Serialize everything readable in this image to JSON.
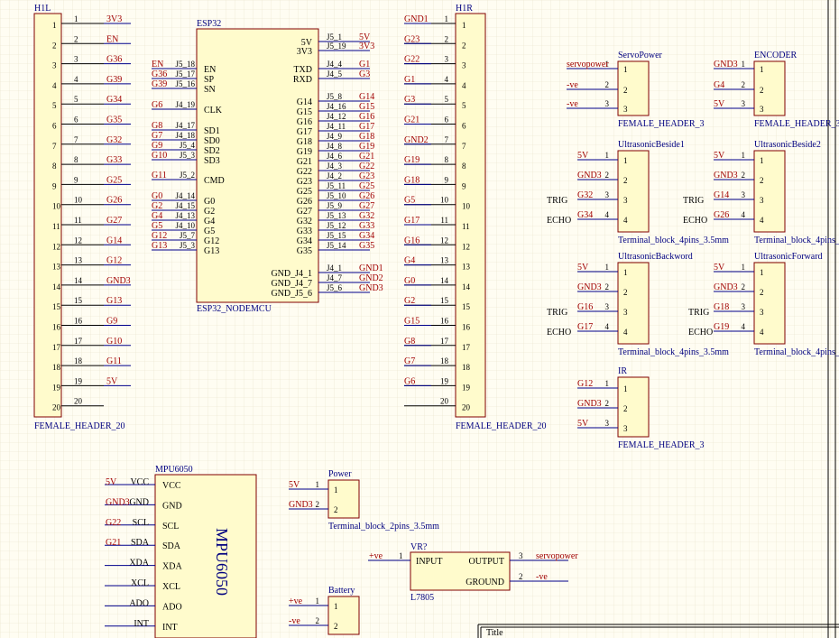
{
  "theme": {
    "grid": "#e8e3c9",
    "border": "#000000",
    "body_fill": "#fffbcc",
    "body_stroke": "#800000",
    "net_color": "#a00000",
    "wire_color": "#00008b",
    "text_color": "#000080"
  },
  "title_block": {
    "label": "Title"
  },
  "components": {
    "h1l": {
      "designator": "H1L",
      "comment": "FEMALE_HEADER_20",
      "pins": [
        {
          "n": "1",
          "net": "3V3"
        },
        {
          "n": "2",
          "net": "EN"
        },
        {
          "n": "3",
          "net": "G36"
        },
        {
          "n": "4",
          "net": "G39"
        },
        {
          "n": "5",
          "net": "G34"
        },
        {
          "n": "6",
          "net": "G35"
        },
        {
          "n": "7",
          "net": "G32"
        },
        {
          "n": "8",
          "net": "G33"
        },
        {
          "n": "9",
          "net": "G25"
        },
        {
          "n": "10",
          "net": "G26"
        },
        {
          "n": "11",
          "net": "G27"
        },
        {
          "n": "12",
          "net": "G14"
        },
        {
          "n": "13",
          "net": "G12"
        },
        {
          "n": "14",
          "net": "GND3"
        },
        {
          "n": "15",
          "net": "G13"
        },
        {
          "n": "16",
          "net": "G9"
        },
        {
          "n": "17",
          "net": "G10"
        },
        {
          "n": "18",
          "net": "G11"
        },
        {
          "n": "19",
          "net": "5V"
        },
        {
          "n": "20",
          "net": ""
        }
      ]
    },
    "h1r": {
      "designator": "H1R",
      "comment": "FEMALE_HEADER_20",
      "pins": [
        {
          "n": "1",
          "net": "GND1"
        },
        {
          "n": "2",
          "net": "G23"
        },
        {
          "n": "3",
          "net": "G22"
        },
        {
          "n": "4",
          "net": "G1"
        },
        {
          "n": "5",
          "net": "G3"
        },
        {
          "n": "6",
          "net": "G21"
        },
        {
          "n": "7",
          "net": "GND2"
        },
        {
          "n": "8",
          "net": "G19"
        },
        {
          "n": "9",
          "net": "G18"
        },
        {
          "n": "10",
          "net": "G5"
        },
        {
          "n": "11",
          "net": "G17"
        },
        {
          "n": "12",
          "net": "G16"
        },
        {
          "n": "13",
          "net": "G4"
        },
        {
          "n": "14",
          "net": "G0"
        },
        {
          "n": "15",
          "net": "G2"
        },
        {
          "n": "16",
          "net": "G15"
        },
        {
          "n": "17",
          "net": "G8"
        },
        {
          "n": "18",
          "net": "G7"
        },
        {
          "n": "19",
          "net": "G6"
        },
        {
          "n": "20",
          "net": ""
        }
      ]
    },
    "esp32": {
      "designator": "ESP32",
      "comment": "ESP32_NODEMCU",
      "left": [
        {
          "name": "EN",
          "pin": "J5_18",
          "net": "EN"
        },
        {
          "name": "SP",
          "pin": "J5_17",
          "net": "G36"
        },
        {
          "name": "SN",
          "pin": "J5_16",
          "net": "G39"
        },
        {
          "name": "CLK",
          "pin": "J4_19",
          "net": "G6"
        },
        {
          "name": "SD1",
          "pin": "J4_17",
          "net": "G8"
        },
        {
          "name": "SD0",
          "pin": "J4_18",
          "net": "G7"
        },
        {
          "name": "SD2",
          "pin": "J5_4",
          "net": "G9"
        },
        {
          "name": "SD3",
          "pin": "J5_3",
          "net": "G10"
        },
        {
          "name": "CMD",
          "pin": "J5_2",
          "net": "G11"
        },
        {
          "name": "G0",
          "pin": "J4_14",
          "net": "G0"
        },
        {
          "name": "G2",
          "pin": "J4_15",
          "net": "G2"
        },
        {
          "name": "G4",
          "pin": "J4_13",
          "net": "G4"
        },
        {
          "name": "G5",
          "pin": "J4_10",
          "net": "G5"
        },
        {
          "name": "G12",
          "pin": "J5_7",
          "net": "G12"
        },
        {
          "name": "G13",
          "pin": "J5_3",
          "net": "G13"
        }
      ],
      "right": [
        {
          "name": "5V",
          "pin": "J5_1",
          "net": "5V"
        },
        {
          "name": "3V3",
          "pin": "J5_19",
          "net": "3V3"
        },
        {
          "name": "TXD",
          "pin": "J4_4",
          "net": "G1"
        },
        {
          "name": "RXD",
          "pin": "J4_5",
          "net": "G3"
        },
        {
          "name": "G14",
          "pin": "J5_8",
          "net": "G14"
        },
        {
          "name": "G15",
          "pin": "J4_16",
          "net": "G15"
        },
        {
          "name": "G16",
          "pin": "J4_12",
          "net": "G16"
        },
        {
          "name": "G17",
          "pin": "J4_11",
          "net": "G17"
        },
        {
          "name": "G18",
          "pin": "J4_9",
          "net": "G18"
        },
        {
          "name": "G19",
          "pin": "J4_8",
          "net": "G19"
        },
        {
          "name": "G21",
          "pin": "J4_6",
          "net": "G21"
        },
        {
          "name": "G22",
          "pin": "J4_3",
          "net": "G22"
        },
        {
          "name": "G23",
          "pin": "J4_2",
          "net": "G23"
        },
        {
          "name": "G25",
          "pin": "J5_11",
          "net": "G25"
        },
        {
          "name": "G26",
          "pin": "J5_10",
          "net": "G26"
        },
        {
          "name": "G27",
          "pin": "J5_9",
          "net": "G27"
        },
        {
          "name": "G32",
          "pin": "J5_13",
          "net": "G32"
        },
        {
          "name": "G33",
          "pin": "J5_12",
          "net": "G33"
        },
        {
          "name": "G34",
          "pin": "J5_15",
          "net": "G34"
        },
        {
          "name": "G35",
          "pin": "J5_14",
          "net": "G35"
        },
        {
          "name": "GND_J4_1",
          "pin": "J4_1",
          "net": "GND1"
        },
        {
          "name": "GND_J4_7",
          "pin": "J4_7",
          "net": "GND2"
        },
        {
          "name": "GND_J5_6",
          "pin": "J5_6",
          "net": "GND3"
        }
      ]
    },
    "servopower": {
      "designator": "ServoPower",
      "comment": "FEMALE_HEADER_3",
      "pins": [
        {
          "n": "1",
          "net": "servopower"
        },
        {
          "n": "2",
          "net": "-ve"
        },
        {
          "n": "3",
          "net": "-ve"
        }
      ]
    },
    "encoder": {
      "designator": "ENCODER",
      "comment": "FEMALE_HEADER_3",
      "pins": [
        {
          "n": "1",
          "net": "GND3"
        },
        {
          "n": "2",
          "net": "G4"
        },
        {
          "n": "3",
          "net": "5V"
        }
      ]
    },
    "usb1": {
      "designator": "UltrasonicBeside1",
      "comment": "Terminal_block_4pins_3.5mm",
      "pins": [
        {
          "n": "1",
          "net": "5V",
          "label": ""
        },
        {
          "n": "2",
          "net": "GND3",
          "label": ""
        },
        {
          "n": "3",
          "net": "G32",
          "label": "TRIG"
        },
        {
          "n": "4",
          "net": "G34",
          "label": "ECHO"
        }
      ]
    },
    "usb2": {
      "designator": "UltrasonicBeside2",
      "comment": "Terminal_block_4pins_",
      "pins": [
        {
          "n": "1",
          "net": "5V",
          "label": ""
        },
        {
          "n": "2",
          "net": "GND3",
          "label": ""
        },
        {
          "n": "3",
          "net": "G14",
          "label": "TRIG"
        },
        {
          "n": "4",
          "net": "G26",
          "label": "ECHO"
        }
      ]
    },
    "usback": {
      "designator": "UltrasonicBackword",
      "comment": "Terminal_block_4pins_3.5mm",
      "pins": [
        {
          "n": "1",
          "net": "5V",
          "label": ""
        },
        {
          "n": "2",
          "net": "GND3",
          "label": ""
        },
        {
          "n": "3",
          "net": "G16",
          "label": "TRIG"
        },
        {
          "n": "4",
          "net": "G17",
          "label": "ECHO"
        }
      ]
    },
    "usfwd": {
      "designator": "UltrasonicForward",
      "comment": "Terminal_block_4pins_",
      "pins": [
        {
          "n": "1",
          "net": "5V",
          "label": ""
        },
        {
          "n": "2",
          "net": "GND3",
          "label": ""
        },
        {
          "n": "3",
          "net": "G18",
          "label": "TRIG"
        },
        {
          "n": "4",
          "net": "G19",
          "label": "ECHO"
        }
      ]
    },
    "ir": {
      "designator": "IR",
      "comment": "FEMALE_HEADER_3",
      "pins": [
        {
          "n": "1",
          "net": "G12"
        },
        {
          "n": "2",
          "net": "GND3"
        },
        {
          "n": "3",
          "net": "5V"
        }
      ]
    },
    "mpu": {
      "designator": "MPU6050",
      "comment": "MPU6050",
      "pins": [
        {
          "name": "VCC",
          "net": "5V"
        },
        {
          "name": "GND",
          "net": "GND3"
        },
        {
          "name": "SCL",
          "net": "G22"
        },
        {
          "name": "SDA",
          "net": "G21"
        },
        {
          "name": "XDA",
          "net": ""
        },
        {
          "name": "XCL",
          "net": ""
        },
        {
          "name": "ADO",
          "net": ""
        },
        {
          "name": "INT",
          "net": ""
        }
      ]
    },
    "power": {
      "designator": "Power",
      "comment": "Terminal_block_2pins_3.5mm",
      "pins": [
        {
          "n": "1",
          "net": "5V"
        },
        {
          "n": "2",
          "net": "GND3"
        }
      ]
    },
    "battery": {
      "designator": "Battery",
      "comment": "",
      "pins": [
        {
          "n": "1",
          "net": "+ve"
        },
        {
          "n": "2",
          "net": "-ve"
        }
      ]
    },
    "vr": {
      "designator": "VR?",
      "comment": "L7805",
      "input_pin": "INPUT",
      "output_pin": "OUTPUT",
      "ground_pin": "GROUND",
      "in_num": "1",
      "out_num": "3",
      "gnd_num": "2",
      "in_net": "+ve",
      "out_net": "servopower",
      "gnd_net": "-ve"
    }
  }
}
